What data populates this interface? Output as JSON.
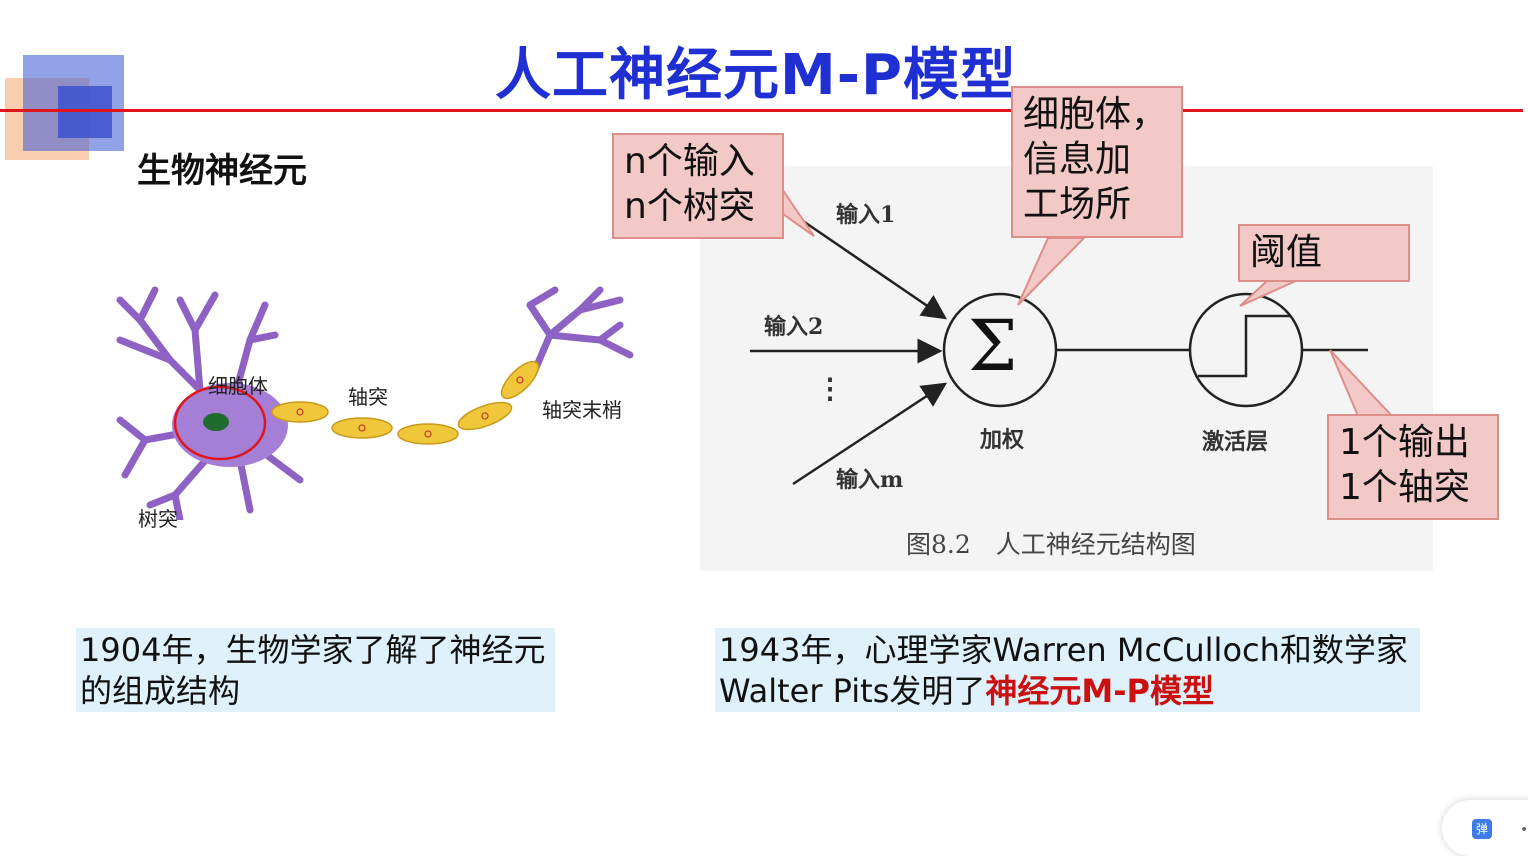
{
  "slide": {
    "title": "人工神经元M-P模型",
    "subtitle": "生物神经元"
  },
  "neuron": {
    "soma_label": "细胞体",
    "axon_label": "轴突",
    "terminal_label": "轴突末梢",
    "dendrite_label": "树突"
  },
  "diagram": {
    "input1": "输入1",
    "input2": "输入2",
    "dots": "⋮",
    "inputm": "输入m",
    "sum_symbol": "Σ",
    "weight_label": "加权",
    "activation_label": "激活层",
    "caption": "图8.2　人工神经元结构图"
  },
  "callouts": {
    "inputs": [
      "n个输入",
      "n个树突"
    ],
    "soma": [
      "细胞体，",
      "信息加",
      "工场所"
    ],
    "threshold": "阈值",
    "output": [
      "1个输出",
      "1个轴突"
    ]
  },
  "notes": {
    "left": "1904年，生物学家了解了神经元的组成结构",
    "right_prefix": "1943年，心理学家Warren McCulloch和数学家Walter Pits发明了",
    "right_highlight": "神经元M-P模型"
  },
  "danmu": {
    "label": "弹"
  },
  "colors": {
    "title_blue": "#1f2fd2",
    "rule_red": "#e0141b",
    "callout_fill": "#f2c9c6",
    "info_fill": "#dff2fb",
    "highlight_red": "#cc1010",
    "neuron_purple": "#a57fd6",
    "axon_yellow": "#f0c73a"
  }
}
